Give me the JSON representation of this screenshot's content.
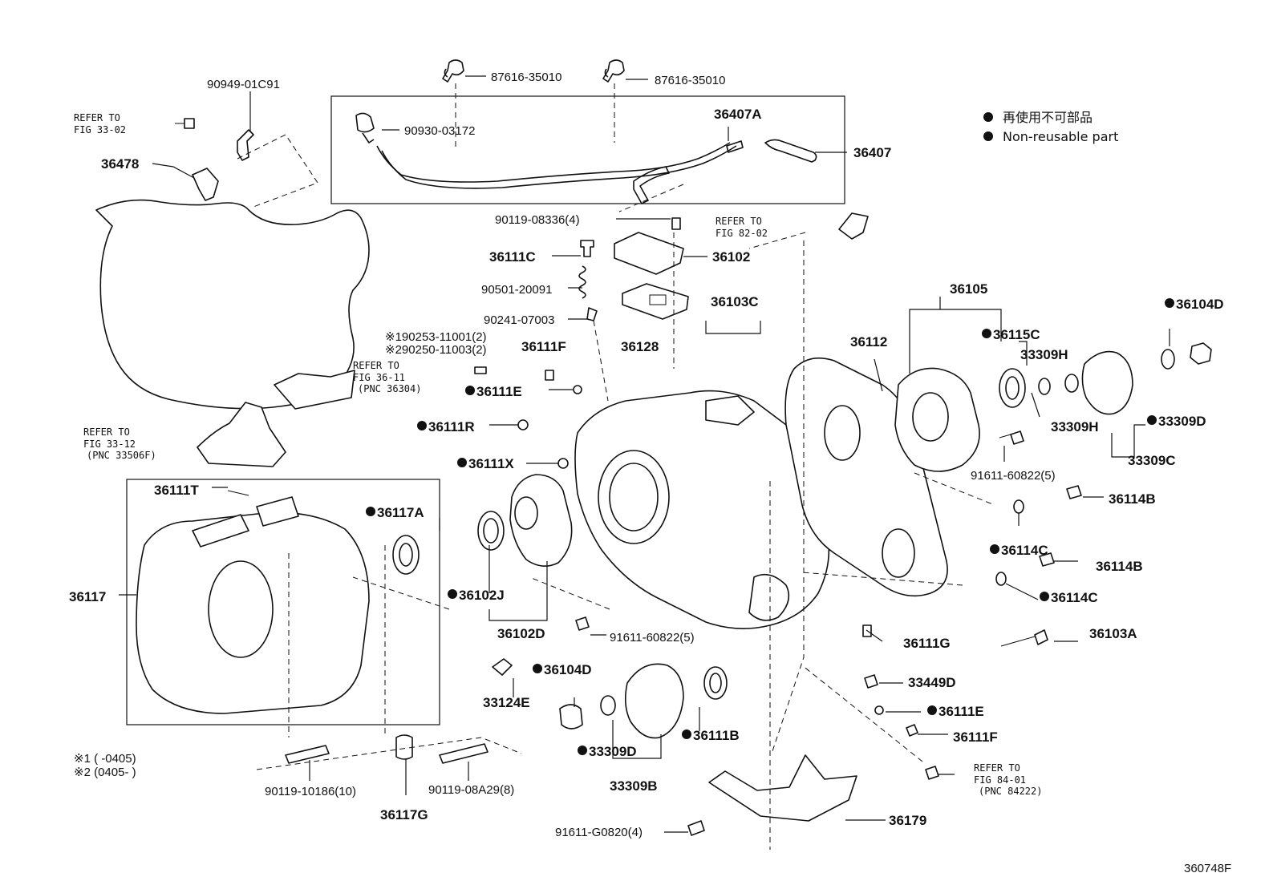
{
  "legend": {
    "line1": "再使用不可部品",
    "line2": "Non-reusable part"
  },
  "figure_id": "360748F",
  "notes": {
    "n1": "※1 (      -0405)",
    "n2": "※2 (0405-      )"
  },
  "refs": {
    "r3302_a": "REFER TO",
    "r3302_b": "FIG 33-02",
    "r3611_a": "REFER TO",
    "r3611_b": "FIG 36-11",
    "r3611_c": "(PNC 36304)",
    "r3312_a": "REFER TO",
    "r3312_b": "FIG 33-12",
    "r3312_c": "(PNC 33506F)",
    "r8202_a": "REFER TO",
    "r8202_b": "FIG 82-02",
    "r8401_a": "REFER TO",
    "r8401_b": "FIG 84-01",
    "r8401_c": "(PNC 84222)"
  },
  "parts": {
    "p87616a": "87616-35010",
    "p87616b": "87616-35010",
    "p90949": "90949-01C91",
    "p90930": "90930-03172",
    "p36407A": "36407A",
    "p36407": "36407",
    "p36478": "36478",
    "p90119_08336": "90119-08336(4)",
    "p36111C": "36111C",
    "p36102": "36102",
    "p90501": "90501-20091",
    "p90241": "90241-07003",
    "p36128": "36128",
    "p36103C": "36103C",
    "p190253": "※190253-11001(2)",
    "p290250": "※290250-11003(2)",
    "p36111F_a": "36111F",
    "p36111E_a": "36111E",
    "p36111R": "36111R",
    "p36111X": "36111X",
    "p36111T": "36111T",
    "p36117A": "36117A",
    "p36117": "36117",
    "p36102J": "36102J",
    "p36102D": "36102D",
    "p91611_60822_a": "91611-60822(5)",
    "p33124E": "33124E",
    "p36104D_a": "36104D",
    "p33309D_a": "33309D",
    "p33309B": "33309B",
    "p36111B": "36111B",
    "p90119_10186": "90119-10186(10)",
    "p36117G": "36117G",
    "p90119_08A29": "90119-08A29(8)",
    "p91611_G0820": "91611-G0820(4)",
    "p36179": "36179",
    "p36112": "36112",
    "p36105": "36105",
    "p36115C": "36115C",
    "p33309H_a": "33309H",
    "p33309H_b": "33309H",
    "p36104D_b": "36104D",
    "p33309D_b": "33309D",
    "p33309C": "33309C",
    "p91611_60822_b": "91611-60822(5)",
    "p36114B_a": "36114B",
    "p36114C_a": "36114C",
    "p36114B_b": "36114B",
    "p36114C_b": "36114C",
    "p36103A": "36103A",
    "p36111G": "36111G",
    "p33449D": "33449D",
    "p36111E_b": "36111E",
    "p36111F_b": "36111F"
  }
}
